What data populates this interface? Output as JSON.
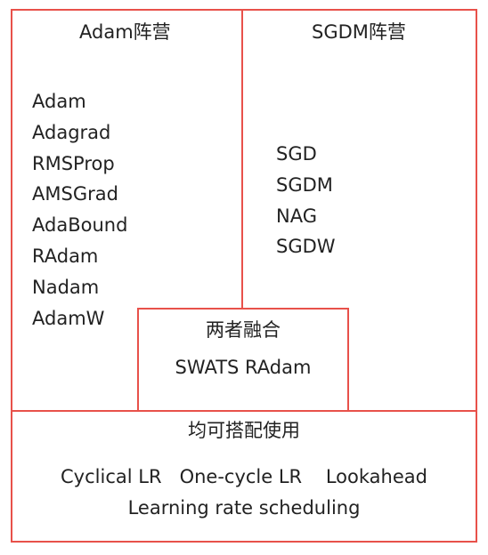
{
  "adam_camp": {
    "title": "Adam阵营",
    "items": [
      "Adam",
      "Adagrad",
      "RMSProp",
      "AMSGrad",
      "AdaBound",
      "RAdam",
      "Nadam",
      "AdamW"
    ]
  },
  "sgdm_camp": {
    "title": "SGDM阵营",
    "items": [
      "SGD",
      "SGDM",
      "NAG",
      "SGDW"
    ]
  },
  "merge": {
    "title": "两者融合",
    "content": "SWATS  RAdam"
  },
  "common": {
    "title": "均可搭配使用",
    "line1": "Cyclical LR   One-cycle LR    Lookahead",
    "line2": "Learning rate scheduling"
  },
  "colors": {
    "border": "#e8514a",
    "text": "#222222"
  }
}
